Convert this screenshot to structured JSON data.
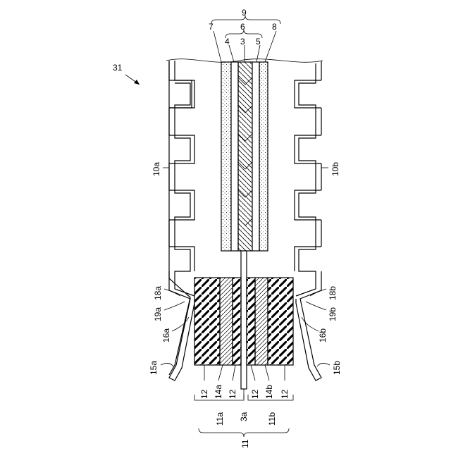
{
  "figure": {
    "labels": {
      "l31": "31",
      "l9": "9",
      "l7": "7",
      "l6": "6",
      "l8": "8",
      "l4": "4",
      "l3": "3",
      "l5": "5",
      "l10a": "10a",
      "l10b": "10b",
      "l18a": "18a",
      "l19a": "19a",
      "l16a": "16a",
      "l15a": "15a",
      "l18b": "18b",
      "l19b": "19b",
      "l16b": "16b",
      "l15b": "15b",
      "l12_1": "12",
      "l14a": "14a",
      "l12_2": "12",
      "l3a": "3a",
      "l12_3": "12",
      "l14b": "14b",
      "l12_4": "12",
      "l11a": "11a",
      "l11b": "11b",
      "l11": "11"
    }
  }
}
